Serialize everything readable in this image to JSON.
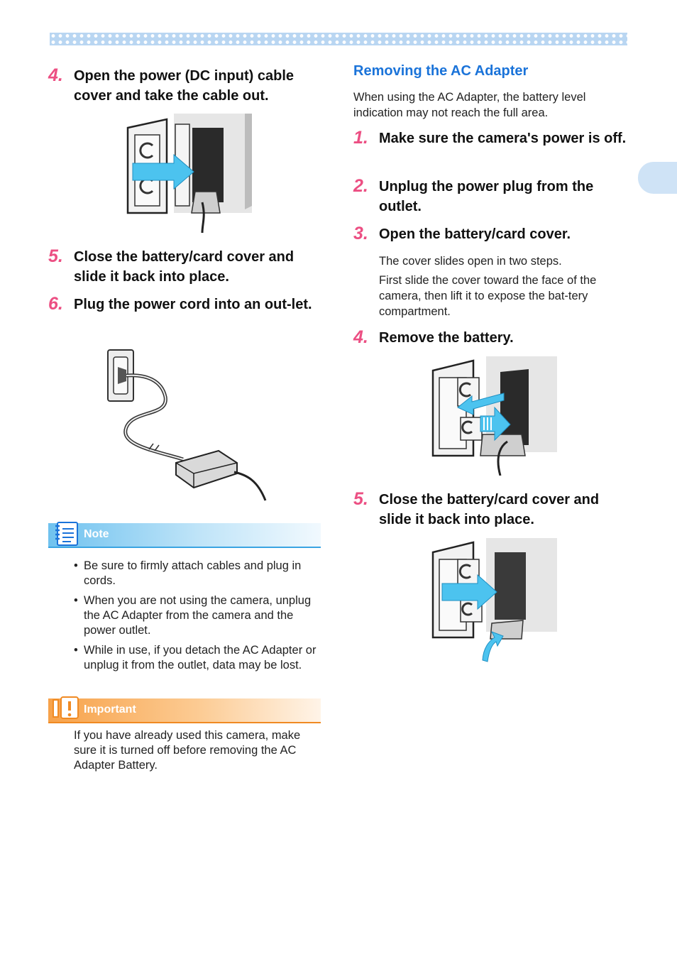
{
  "left": {
    "step4": {
      "num": "4.",
      "text": "Open the power (DC input) cable cover and take the cable out."
    },
    "step5": {
      "num": "5.",
      "text": "Close the battery/card cover and slide it back into place."
    },
    "step6": {
      "num": "6.",
      "text": "Plug the power cord into an out-let."
    },
    "note": {
      "label": "Note",
      "items": [
        "Be sure to firmly attach cables and plug in cords.",
        "When you are not using the camera, unplug the AC Adapter from the camera and the power outlet.",
        "While in use, if you detach the AC Adapter or unplug it from the outlet, data may be lost."
      ]
    },
    "important": {
      "label": "Important",
      "text": "If you have already used this camera, make sure it is turned off before removing the AC Adapter Battery."
    }
  },
  "right": {
    "heading": "Removing the AC Adapter",
    "intro": "When using the AC Adapter, the battery level indication may not reach the full area.",
    "step1": {
      "num": "1.",
      "text": "Make sure the camera's power is off."
    },
    "step2": {
      "num": "2.",
      "text": "Unplug the power plug from the outlet."
    },
    "step3": {
      "num": "3.",
      "text": "Open the battery/card cover."
    },
    "step3_detail": [
      "The cover slides open in two steps.",
      "First slide the cover toward the face of the camera, then lift it to expose the bat-tery compartment."
    ],
    "step4": {
      "num": "4.",
      "text": "Remove the battery."
    },
    "step5": {
      "num": "5.",
      "text": "Close the battery/card cover and slide it back into place."
    }
  },
  "colors": {
    "step_number": "#ec4f83",
    "heading": "#1a73d9",
    "note": "#39a4e2",
    "important": "#f08a23",
    "arrow": "#4cc3ef"
  },
  "icons": {
    "note": "note-pad-icon",
    "important": "exclamation-icon"
  }
}
